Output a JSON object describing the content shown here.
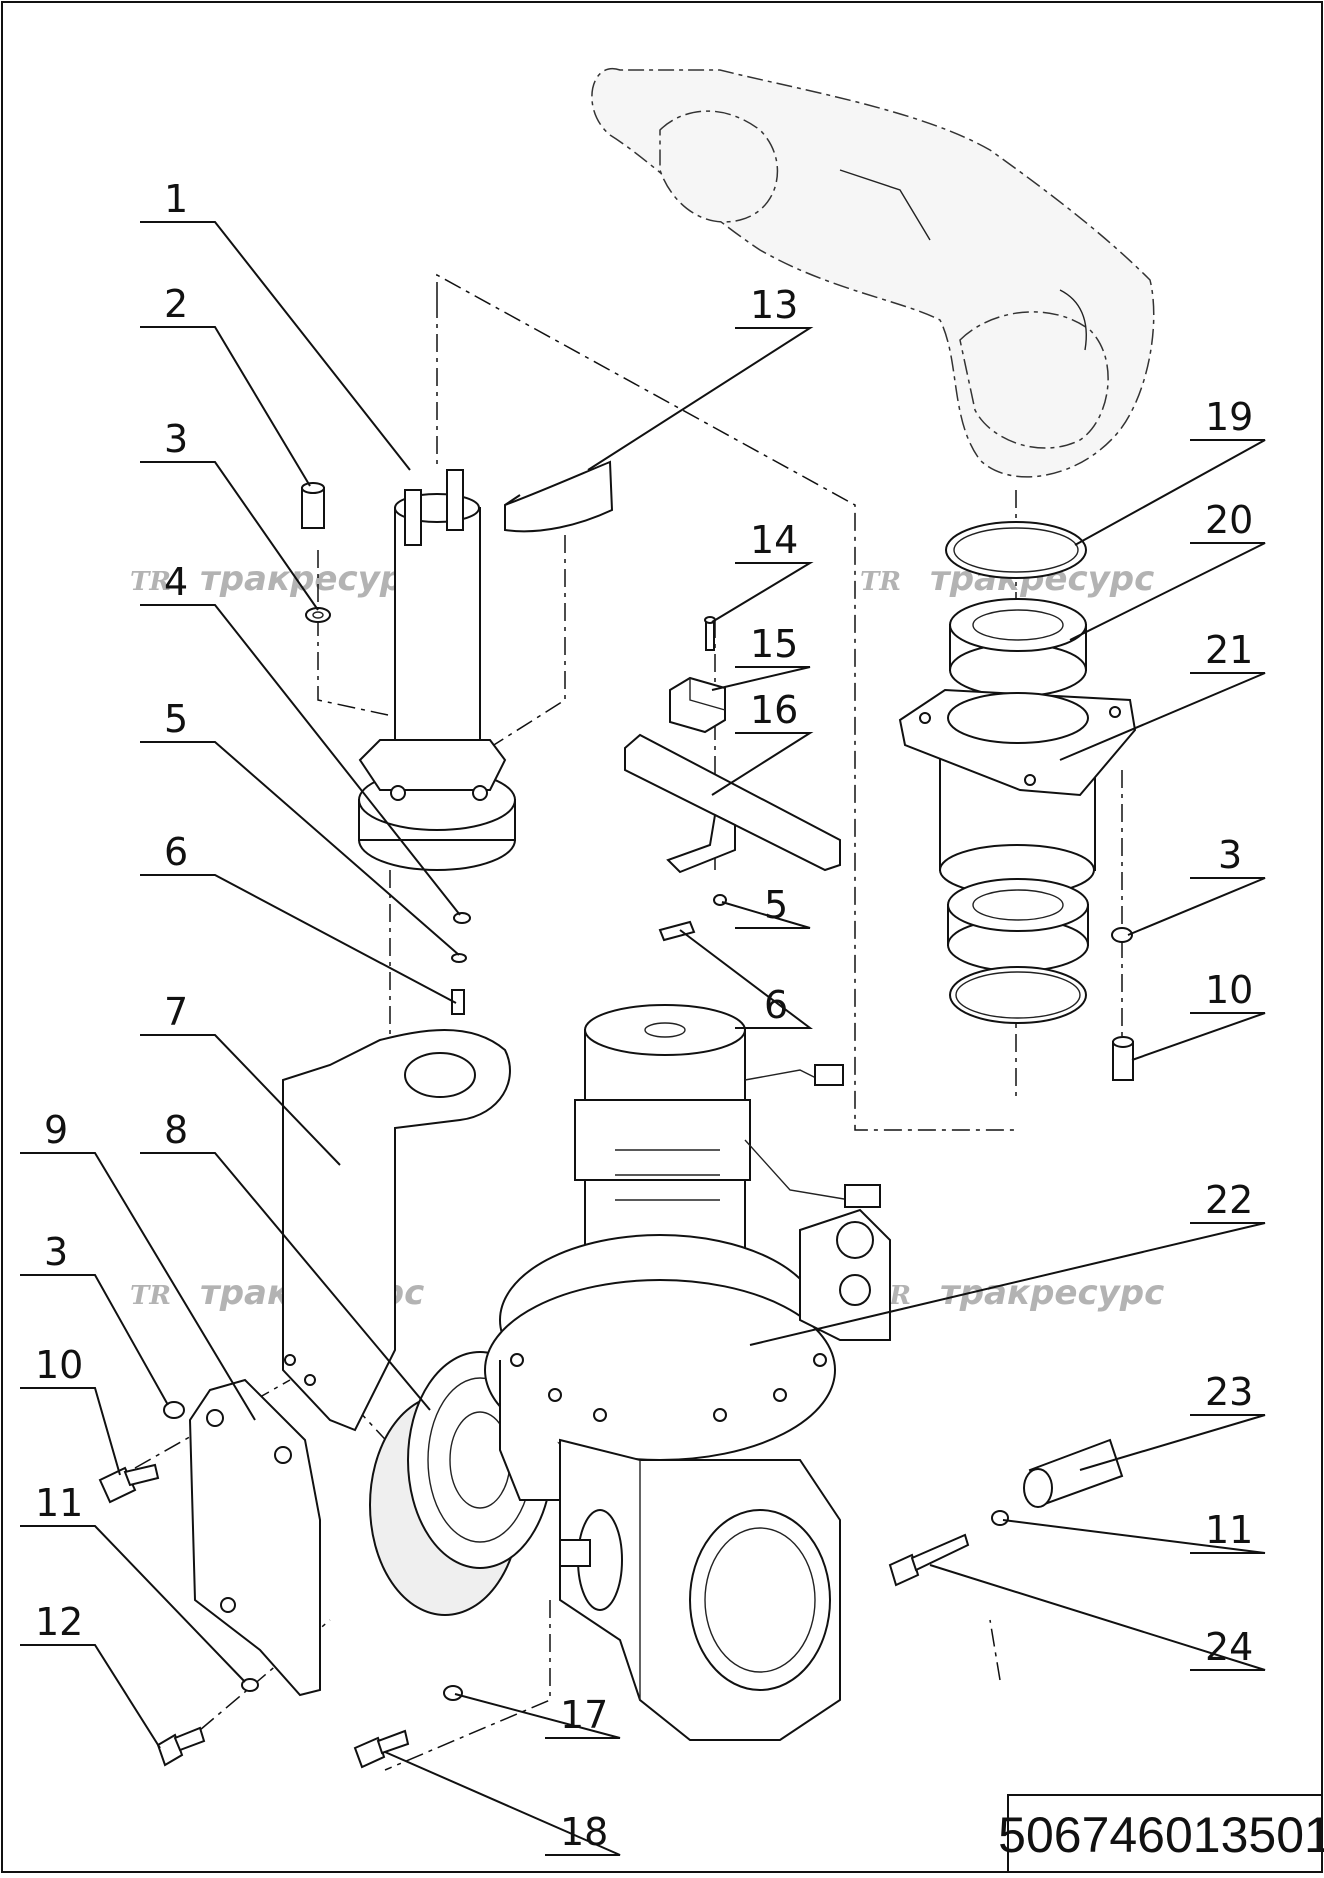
{
  "diagram": {
    "doc_number": "506746013501",
    "watermark_text": "тракресурс",
    "watermark_logo": "TR",
    "labels": {
      "l1": "1",
      "l2": "2",
      "l3a": "3",
      "l4": "4",
      "l5a": "5",
      "l6a": "6",
      "l7": "7",
      "l8": "8",
      "l9": "9",
      "l3b": "3",
      "l10a": "10",
      "l11a": "11",
      "l12": "12",
      "l13": "13",
      "l14": "14",
      "l15": "15",
      "l16": "16",
      "l5b": "5",
      "l6b": "6",
      "l17": "17",
      "l18": "18",
      "l19": "19",
      "l20": "20",
      "l21": "21",
      "l3c": "3",
      "l10b": "10",
      "l22": "22",
      "l23": "23",
      "l11b": "11",
      "l24": "24"
    }
  }
}
